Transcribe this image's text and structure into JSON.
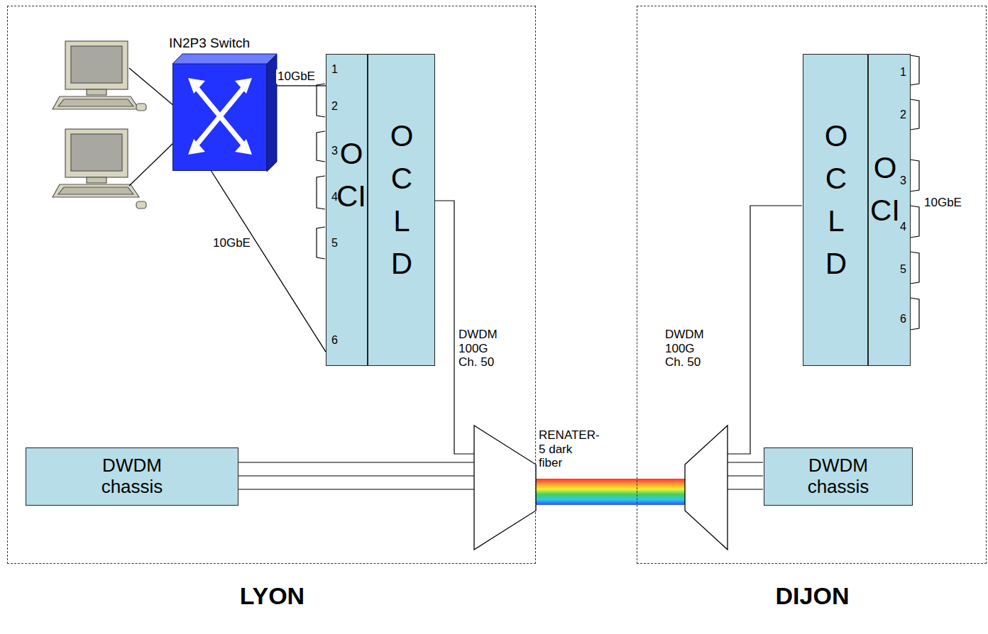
{
  "diagram": {
    "nodes": [
      {
        "text": [
          "LYON"
        ]
      },
      {
        "text": [
          "IN2P3 Switch"
        ],
        "in": 0
      },
      {
        "text": [
          "OCI"
        ],
        "in": 0
      },
      {
        "text": [
          "OCLD"
        ],
        "in": 0
      },
      {
        "text": [
          "DWDM chassis"
        ],
        "in": 0
      },
      {
        "text": [
          "DIJON"
        ]
      },
      {
        "text": [
          "OCLD"
        ],
        "in": 5
      },
      {
        "text": [
          "OCI"
        ],
        "in": 5
      },
      {
        "text": [
          "DWDM chassis"
        ],
        "in": 5
      }
    ],
    "edges": [
      {
        "from": 1,
        "to": 2,
        "label": "10GbE",
        "arrow": "none"
      },
      {
        "from": 1,
        "to": 2,
        "label": "10GbE",
        "arrow": "none"
      }
    ],
    "labels": [
      "1",
      "2",
      "3",
      "4",
      "5",
      "6",
      "DWDM 100G Ch. 50",
      "RENATER-5 dark fiber",
      "DWDM 100G Ch. 50",
      "1",
      "2",
      "3",
      "4",
      "5",
      "6",
      "10GbE"
    ]
  }
}
